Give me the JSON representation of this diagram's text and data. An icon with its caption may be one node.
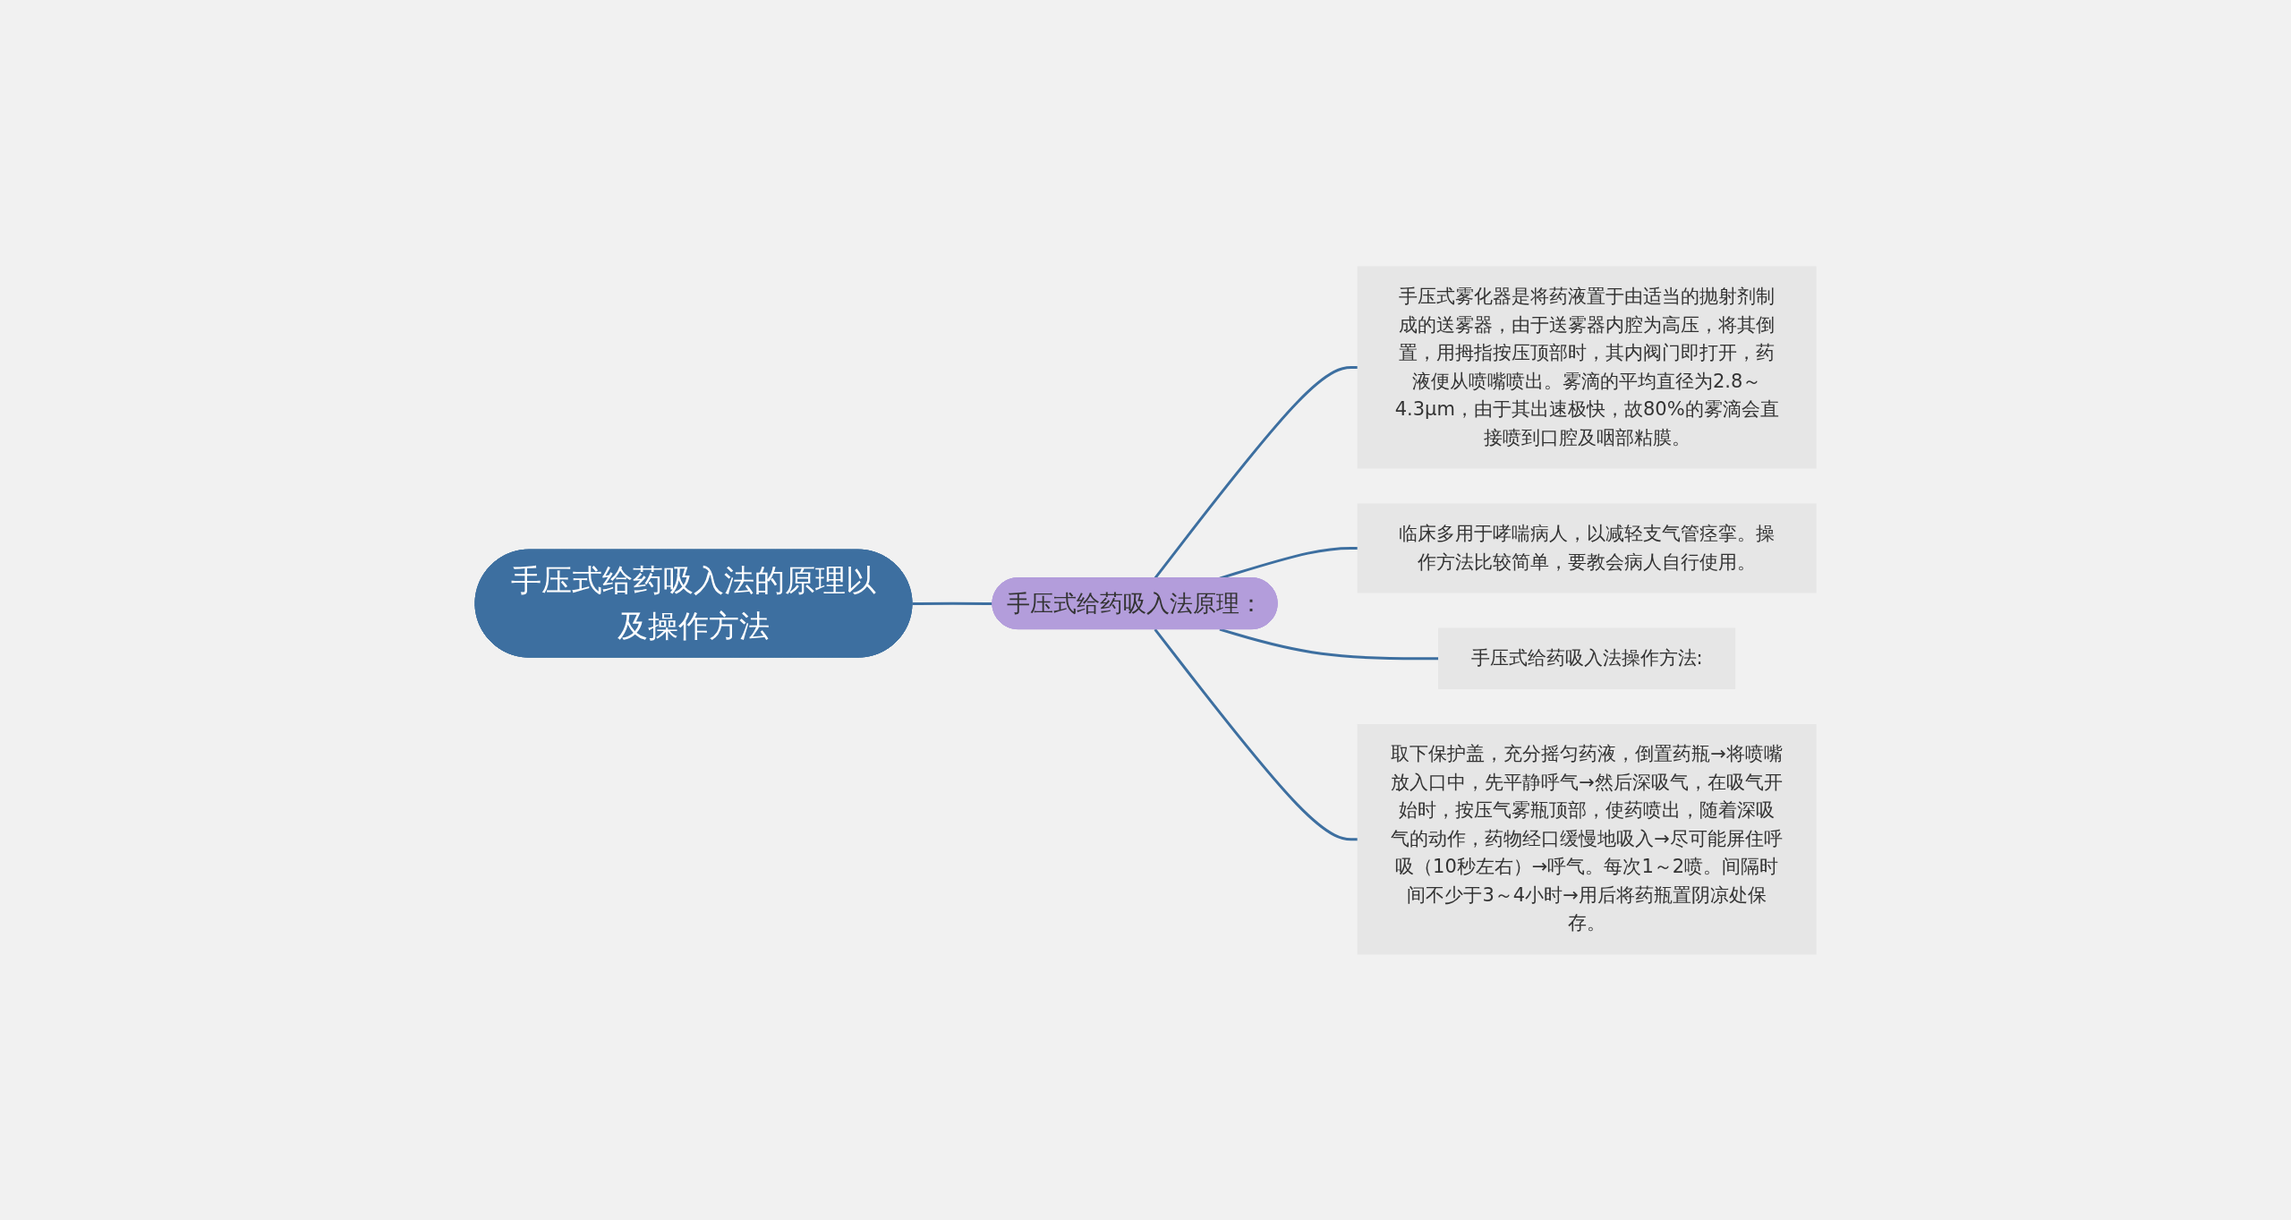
{
  "diagram": {
    "nodes": [
      {
        "text": [
          "手压式给药吸入法的原理以及操作方法"
        ]
      },
      {
        "text": [
          "手压式给药吸入法原理："
        ]
      },
      {
        "text": [
          "手压式雾化器是将药液置于由适当的抛射剂制成的送雾器，由于送雾器内腔为高压，将其倒置，用拇指按压顶部时，其内阀门即打开，药液便从喷嘴喷出。雾滴的平均直径为2.8～4.3μm，由于其出速极快，故80%的雾滴会直接喷到口腔及咽部粘膜。"
        ]
      },
      {
        "text": [
          "临床多用于哮喘病人，以减轻支气管痉挛。操作方法比较简单，要教会病人自行使用。"
        ]
      },
      {
        "text": [
          "手压式给药吸入法操作方法:"
        ]
      },
      {
        "text": [
          "取下保护盖，充分摇匀药液，倒置药瓶→将喷嘴放入口中，先平静呼气→然后深吸气，在吸气开始时，按压气雾瓶顶部，使药喷出，随着深吸气的动作，药物经口缓慢地吸入→尽可能屏住呼吸（10秒左右）→呼气。每次1～2喷。间隔时间不少于3～4小时→用后将药瓶置阴凉处保存。"
        ]
      }
    ],
    "edges": [
      {
        "from": 0,
        "to": 1,
        "arrow": "none"
      },
      {
        "from": 1,
        "to": 2,
        "arrow": "none"
      },
      {
        "from": 1,
        "to": 3,
        "arrow": "none"
      },
      {
        "from": 1,
        "to": 4,
        "arrow": "none"
      },
      {
        "from": 1,
        "to": 5,
        "arrow": "none"
      }
    ]
  }
}
